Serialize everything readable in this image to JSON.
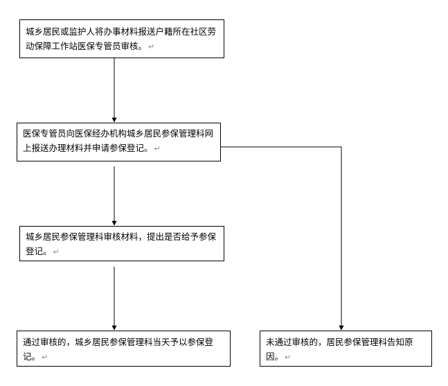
{
  "flowchart": {
    "step1": {
      "text": "城乡居民或监护人将办事材料报送户籍所在社区劳动保障工作站医保专管员审核。",
      "mark": "↵"
    },
    "step2": {
      "text": "医保专管员向医保经办机构城乡居民参保管理科网上报送办理材料并申请参保登记。",
      "mark": "↵"
    },
    "step3": {
      "text": "城乡居民参保管理科审核材料，提出是否给予参保登记。",
      "mark": "↵"
    },
    "step4": {
      "text": "通过审核的，城乡居民参保管理科当天予以参保登记。",
      "mark": "↵"
    },
    "step5": {
      "text": "未通过审核的，居民参保管理科告知原因。",
      "mark": "↵"
    }
  },
  "colors": {
    "line": "#000000",
    "border": "#000000",
    "paragraph_mark": "#8a8a8a"
  }
}
